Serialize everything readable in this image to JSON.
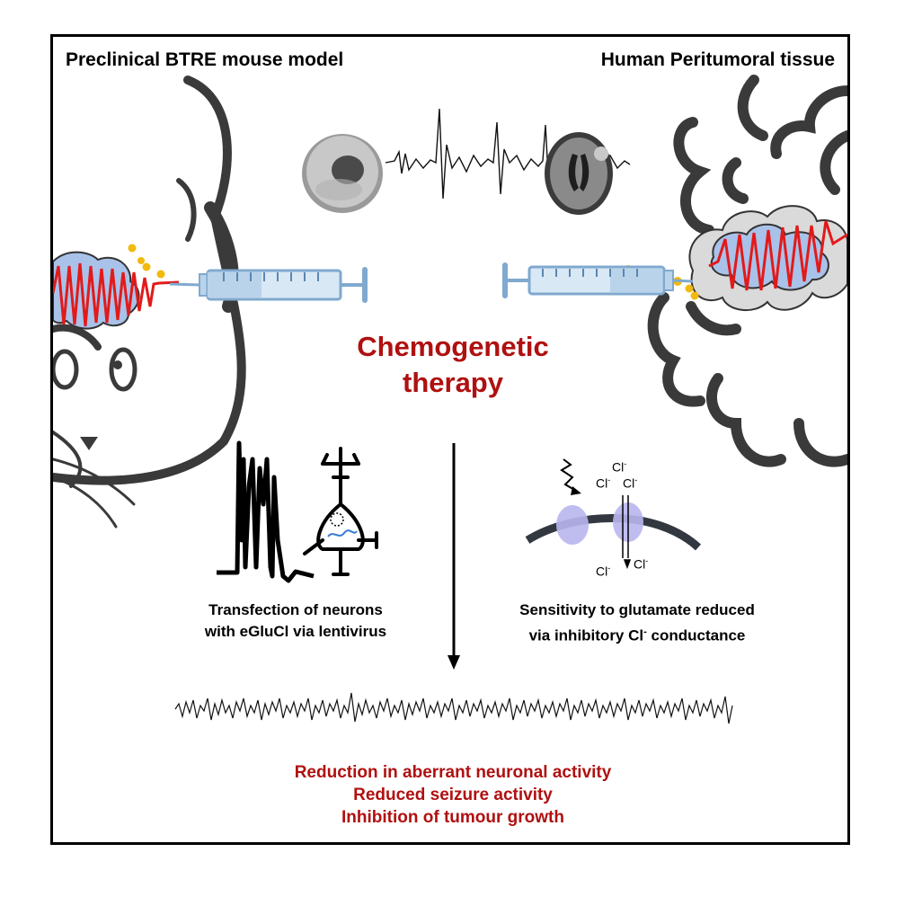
{
  "header": {
    "left_title": "Preclinical BTRE mouse model",
    "right_title": "Human Peritumoral tissue"
  },
  "center": {
    "title_line1": "Chemogenetic",
    "title_line2": "therapy"
  },
  "left_panel": {
    "caption_line1": "Transfection of neurons",
    "caption_line2": "with eGluCl via lentivirus"
  },
  "right_panel": {
    "caption_line1": "Sensitivity to glutamate reduced",
    "caption_line2_pre": "via inhibitory Cl",
    "caption_line2_sup": "-",
    "caption_line2_post": " conductance",
    "ion_label": "Cl",
    "ion_charge": "-"
  },
  "outcomes": [
    "Reduction in aberrant neuronal activity",
    "Reduced seizure activity",
    "Inhibition of tumour growth"
  ],
  "colors": {
    "accent_red": "#b01010",
    "syringe_blue": "#b9d3ea",
    "tumour_blue": "#a9c2ea",
    "glutamate_dot": "#f2b90f",
    "channel_lilac": "#b8b6ee",
    "membrane_dark": "#333840",
    "sketch_gray": "#3a3a3a"
  }
}
